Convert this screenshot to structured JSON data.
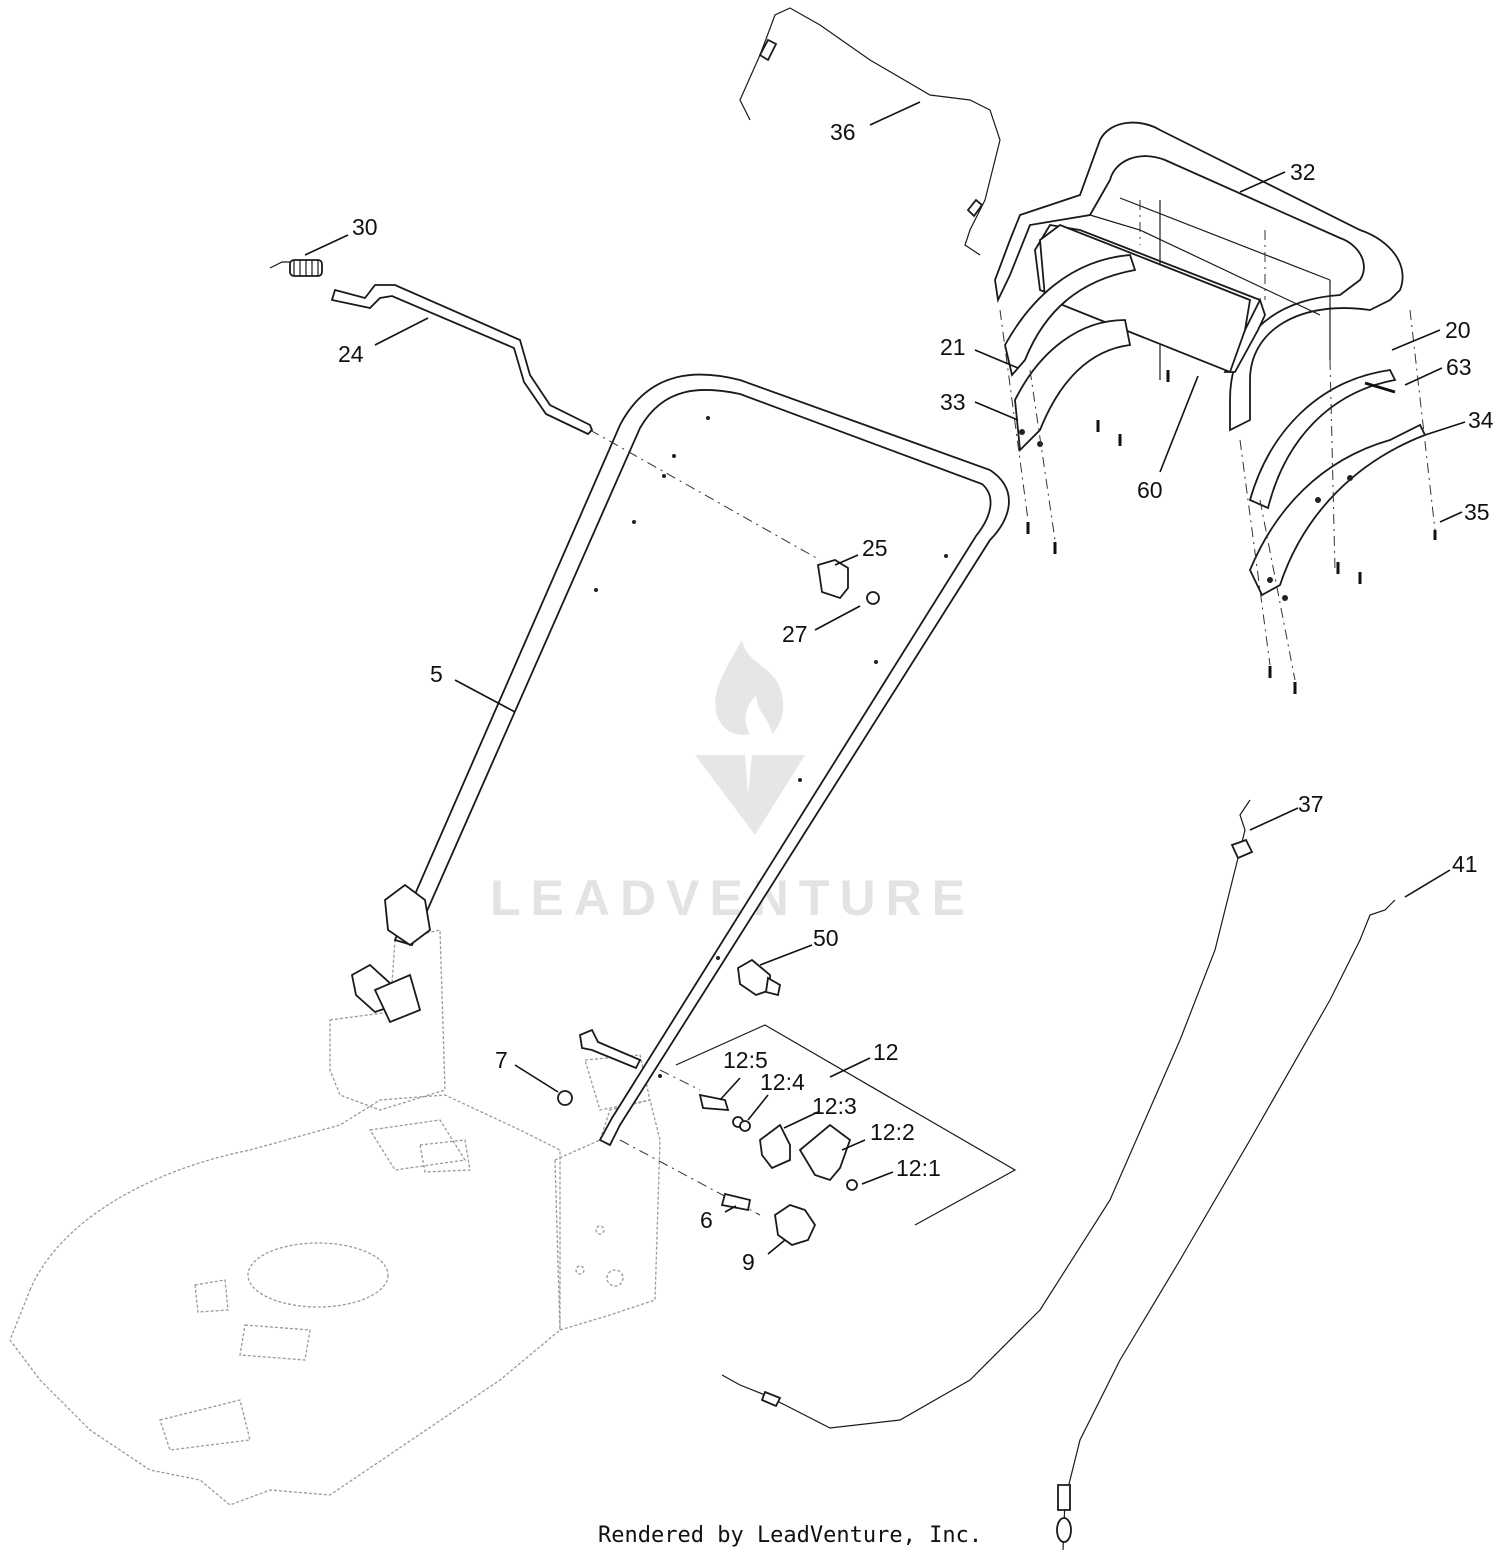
{
  "watermark": {
    "brand": "LEADVENTURE"
  },
  "footer": {
    "credit": "Rendered by LeadVenture, Inc."
  },
  "callouts": [
    {
      "id": "36",
      "label": "36"
    },
    {
      "id": "32",
      "label": "32"
    },
    {
      "id": "30",
      "label": "30"
    },
    {
      "id": "24",
      "label": "24"
    },
    {
      "id": "21",
      "label": "21"
    },
    {
      "id": "33",
      "label": "33"
    },
    {
      "id": "20",
      "label": "20"
    },
    {
      "id": "63",
      "label": "63"
    },
    {
      "id": "34",
      "label": "34"
    },
    {
      "id": "60",
      "label": "60"
    },
    {
      "id": "35",
      "label": "35"
    },
    {
      "id": "25",
      "label": "25"
    },
    {
      "id": "27",
      "label": "27"
    },
    {
      "id": "5",
      "label": "5"
    },
    {
      "id": "37",
      "label": "37"
    },
    {
      "id": "41",
      "label": "41"
    },
    {
      "id": "50",
      "label": "50"
    },
    {
      "id": "12",
      "label": "12"
    },
    {
      "id": "7",
      "label": "7"
    },
    {
      "id": "12-5",
      "label": "12:5"
    },
    {
      "id": "12-4",
      "label": "12:4"
    },
    {
      "id": "12-3",
      "label": "12:3"
    },
    {
      "id": "12-2",
      "label": "12:2"
    },
    {
      "id": "12-1",
      "label": "12:1"
    },
    {
      "id": "6",
      "label": "6"
    },
    {
      "id": "9",
      "label": "9"
    }
  ]
}
